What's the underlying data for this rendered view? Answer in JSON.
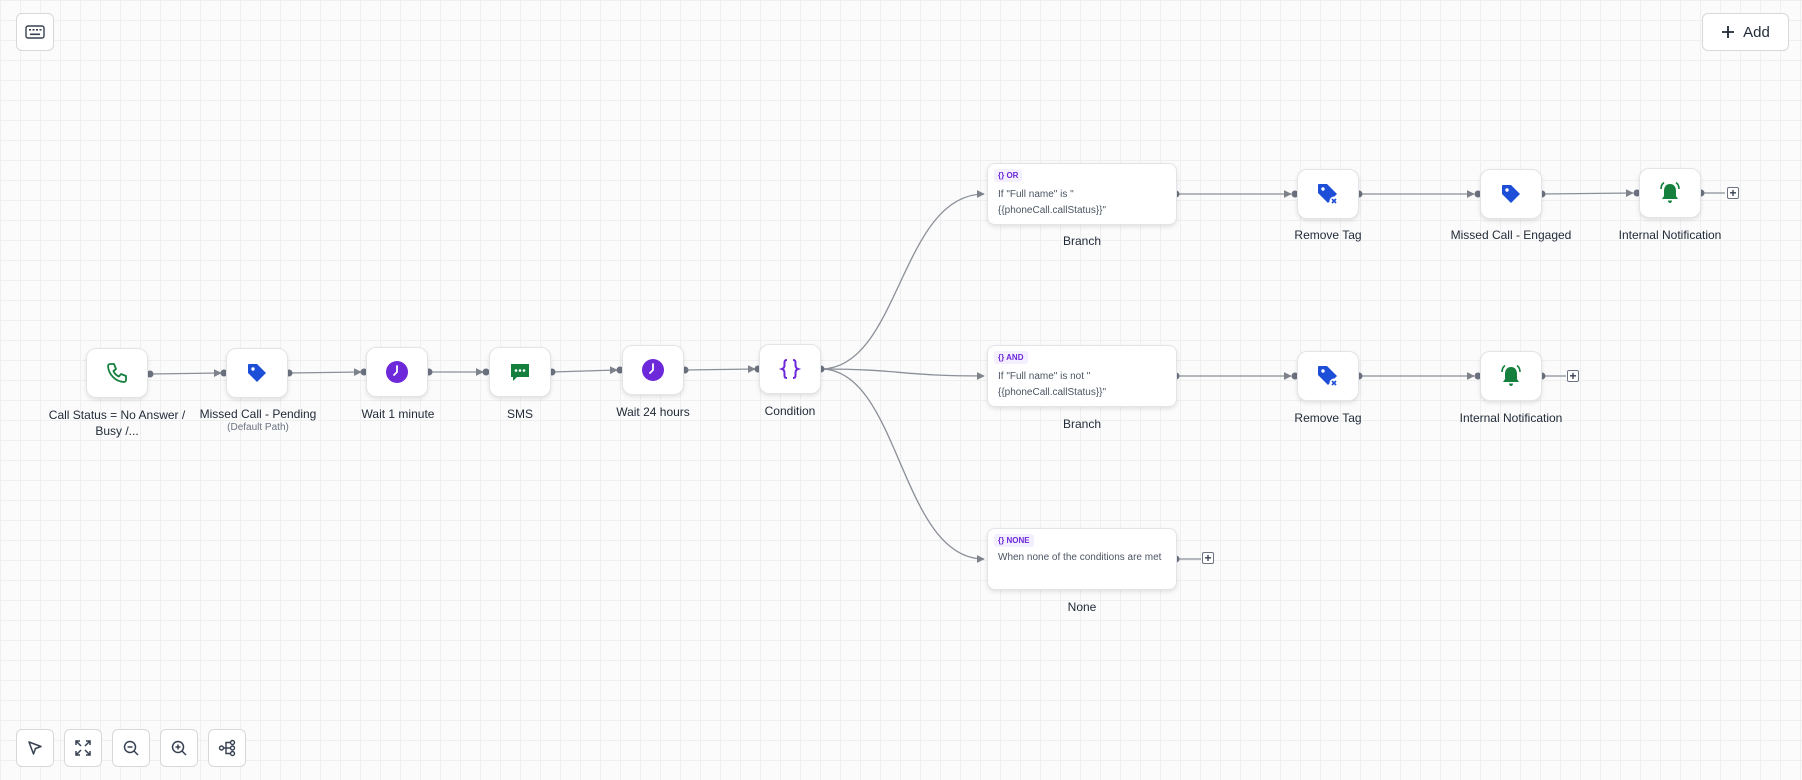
{
  "toolbar": {
    "add_label": "Add"
  },
  "colors": {
    "phone": "#15803d",
    "tag": "#1d4ed8",
    "clock": "#6d28d9",
    "sms": "#15803d",
    "condition": "#6d28d9",
    "bell": "#15803d",
    "edge": "#8a8f98"
  },
  "main_flow": [
    {
      "icon": "phone-icon",
      "label": "Call Status = No Answer / Busy /..."
    },
    {
      "icon": "tag-icon",
      "label": "Missed Call - Pending",
      "sublabel": "(Default Path)"
    },
    {
      "icon": "clock-icon",
      "label": "Wait 1 minute"
    },
    {
      "icon": "sms-icon",
      "label": "SMS"
    },
    {
      "icon": "clock-icon",
      "label": "Wait 24 hours"
    },
    {
      "icon": "braces-icon",
      "label": "Condition"
    }
  ],
  "branches": [
    {
      "badge": "OR",
      "text_line1": "If \"Full name\" is \"",
      "text_line2": "{{phoneCall.callStatus}}\"",
      "label": "Branch",
      "actions": [
        {
          "icon": "tag-remove-icon",
          "label": "Remove Tag"
        },
        {
          "icon": "tag-icon",
          "label": "Missed Call - Engaged"
        },
        {
          "icon": "bell-icon",
          "label": "Internal Notification"
        }
      ]
    },
    {
      "badge": "AND",
      "text_line1": "If \"Full name\" is not \"",
      "text_line2": "{{phoneCall.callStatus}}\"",
      "label": "Branch",
      "actions": [
        {
          "icon": "tag-remove-icon",
          "label": "Remove Tag"
        },
        {
          "icon": "bell-icon",
          "label": "Internal Notification"
        }
      ]
    },
    {
      "badge": "NONE",
      "text_line1": "When none of the conditions are met",
      "text_line2": "",
      "label": "None",
      "actions": []
    }
  ],
  "controls": [
    {
      "icon": "pointer-icon"
    },
    {
      "icon": "fit-view-icon"
    },
    {
      "icon": "zoom-out-icon"
    },
    {
      "icon": "zoom-in-icon"
    },
    {
      "icon": "auto-layout-icon"
    }
  ]
}
